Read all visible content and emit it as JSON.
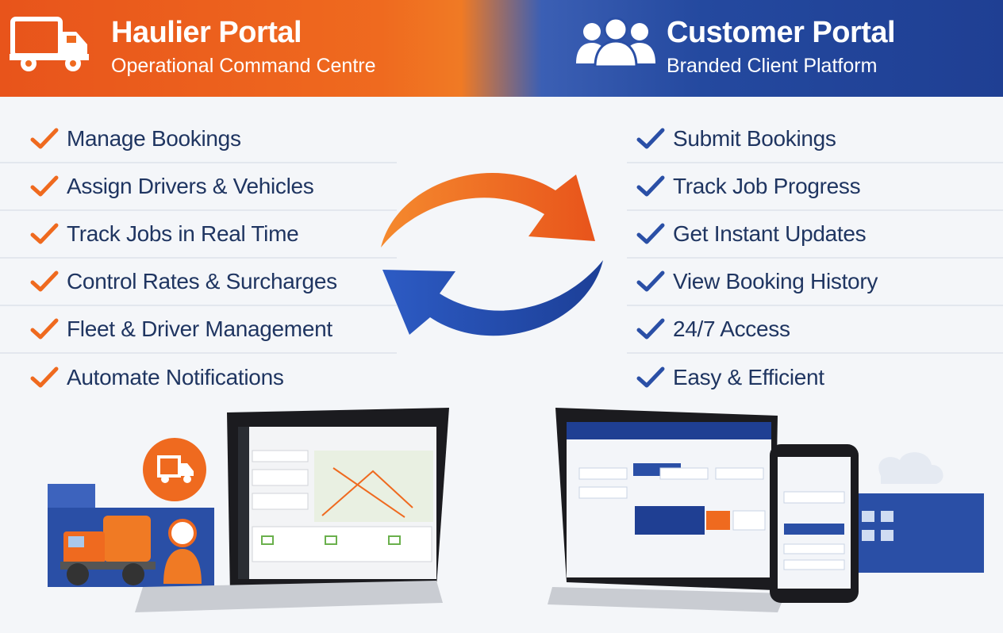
{
  "haulier": {
    "title": "Haulier Portal",
    "subtitle": "Operational Command Centre",
    "features": [
      "Manage Bookings",
      "Assign Drivers & Vehicles",
      "Track Jobs in Real Time",
      "Control Rates & Surcharges",
      "Fleet & Driver Management",
      "Automate Notifications"
    ]
  },
  "customer": {
    "title": "Customer Portal",
    "subtitle": "Branded Client Platform",
    "features": [
      "Submit Bookings",
      "Track Job Progress",
      "Get Instant Updates",
      "View Booking History",
      "24/7 Access",
      "Easy & Efficient"
    ]
  },
  "colors": {
    "orange": "#ef6a1f",
    "blue": "#2a4fa6",
    "navy_text": "#1f3561"
  },
  "icons": {
    "haulier": "truck-icon",
    "customer": "users-icon",
    "center": "sync-arrows-icon"
  }
}
